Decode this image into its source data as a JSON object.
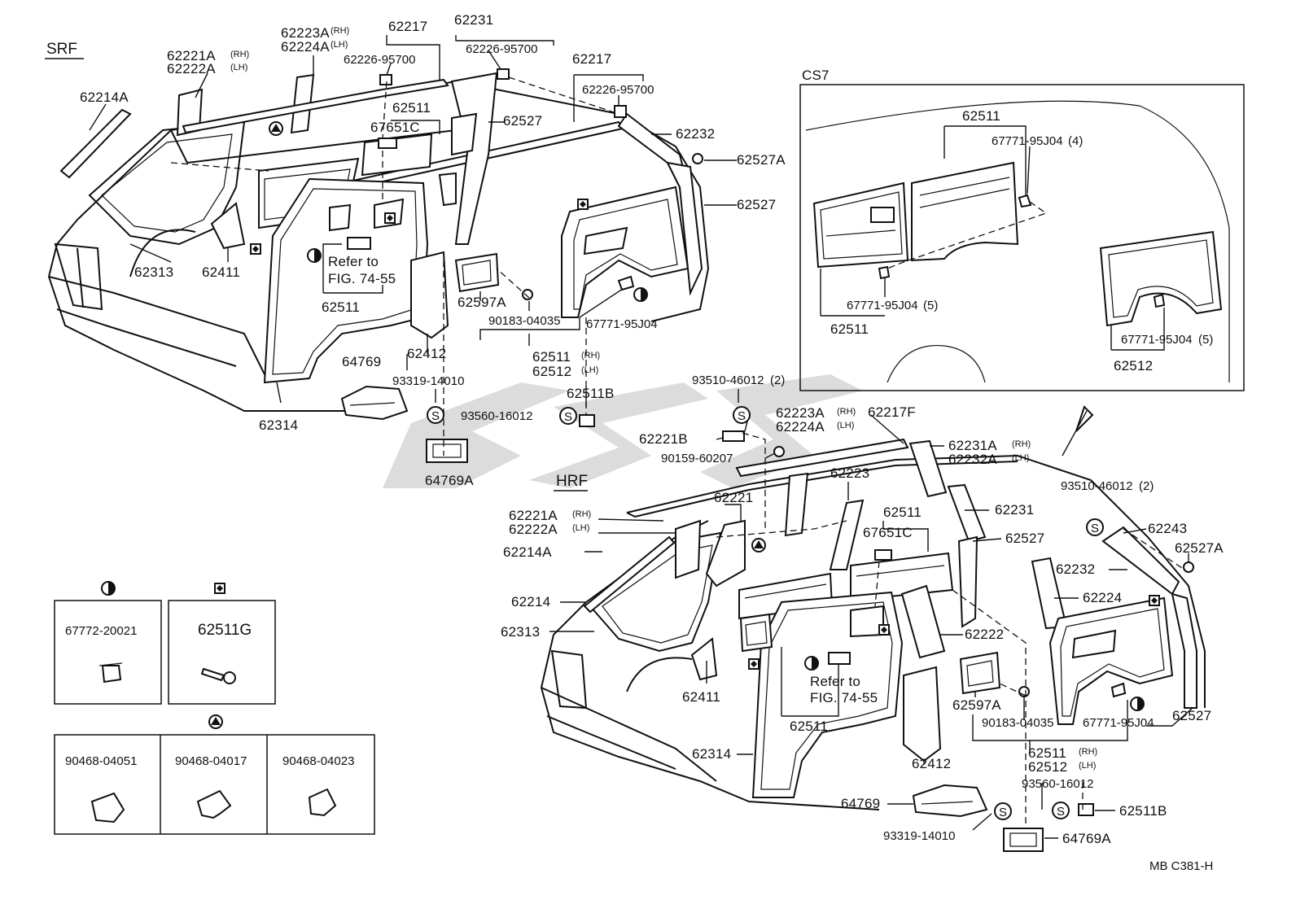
{
  "sections": {
    "srf": "SRF",
    "hrf": "HRF",
    "cs7": "CS7"
  },
  "refer": {
    "line1": "Refer to",
    "line2": "FIG. 74-55"
  },
  "figure_code": "MB  C381-H",
  "srf_labels": [
    {
      "id": "62223A",
      "side": "(RH)"
    },
    {
      "id": "62224A",
      "side": "(LH)"
    },
    {
      "id": "62217",
      "side": ""
    },
    {
      "id": "62231",
      "side": ""
    },
    {
      "id": "62226-95700",
      "side": ""
    },
    {
      "id": "62226-95700",
      "side": ""
    },
    {
      "id": "62221A",
      "side": "(RH)"
    },
    {
      "id": "62222A",
      "side": "(LH)"
    },
    {
      "id": "62217",
      "side": ""
    },
    {
      "id": "62226-95700",
      "side": ""
    },
    {
      "id": "62214A",
      "side": ""
    },
    {
      "id": "62511",
      "side": ""
    },
    {
      "id": "62527",
      "side": ""
    },
    {
      "id": "67651C",
      "side": ""
    },
    {
      "id": "62232",
      "side": ""
    },
    {
      "id": "62527A",
      "side": ""
    },
    {
      "id": "62527",
      "side": ""
    },
    {
      "id": "62313",
      "side": ""
    },
    {
      "id": "62411",
      "side": ""
    },
    {
      "id": "62511",
      "side": ""
    },
    {
      "id": "62597A",
      "side": ""
    },
    {
      "id": "90183-04035",
      "side": ""
    },
    {
      "id": "67771-95J04",
      "side": ""
    },
    {
      "id": "62412",
      "side": ""
    },
    {
      "id": "62511",
      "side": "(RH)"
    },
    {
      "id": "62512",
      "side": "(LH)"
    },
    {
      "id": "64769",
      "side": ""
    },
    {
      "id": "93319-14010",
      "side": ""
    },
    {
      "id": "62511B",
      "side": ""
    },
    {
      "id": "93560-16012",
      "side": ""
    },
    {
      "id": "62314",
      "side": ""
    },
    {
      "id": "64769A",
      "side": ""
    }
  ],
  "cs7_labels": [
    {
      "id": "62511",
      "side": ""
    },
    {
      "id": "67771-95J04",
      "side": "(4)"
    },
    {
      "id": "67771-95J04",
      "side": "(5)"
    },
    {
      "id": "62511",
      "side": ""
    },
    {
      "id": "67771-95J04",
      "side": "(5)"
    },
    {
      "id": "62512",
      "side": ""
    }
  ],
  "hrf_labels": [
    {
      "id": "93510-46012",
      "side": "(2)"
    },
    {
      "id": "62223A",
      "side": "(RH)"
    },
    {
      "id": "62224A",
      "side": "(LH)"
    },
    {
      "id": "62217F",
      "side": ""
    },
    {
      "id": "62221B",
      "side": ""
    },
    {
      "id": "62231A",
      "side": "(RH)"
    },
    {
      "id": "62232A",
      "side": "(LH)"
    },
    {
      "id": "90159-60207",
      "side": ""
    },
    {
      "id": "62223",
      "side": ""
    },
    {
      "id": "93510-46012",
      "side": "(2)"
    },
    {
      "id": "62221",
      "side": ""
    },
    {
      "id": "62511",
      "side": ""
    },
    {
      "id": "62231",
      "side": ""
    },
    {
      "id": "62221A",
      "side": "(RH)"
    },
    {
      "id": "62222A",
      "side": "(LH)"
    },
    {
      "id": "67651C",
      "side": ""
    },
    {
      "id": "62527",
      "side": ""
    },
    {
      "id": "62243",
      "side": ""
    },
    {
      "id": "62214A",
      "side": ""
    },
    {
      "id": "62527A",
      "side": ""
    },
    {
      "id": "62232",
      "side": ""
    },
    {
      "id": "62214",
      "side": ""
    },
    {
      "id": "62224",
      "side": ""
    },
    {
      "id": "62313",
      "side": ""
    },
    {
      "id": "62222",
      "side": ""
    },
    {
      "id": "62411",
      "side": ""
    },
    {
      "id": "62597A",
      "side": ""
    },
    {
      "id": "90183-04035",
      "side": ""
    },
    {
      "id": "67771-95J04",
      "side": ""
    },
    {
      "id": "62527",
      "side": ""
    },
    {
      "id": "62511",
      "side": ""
    },
    {
      "id": "62314",
      "side": ""
    },
    {
      "id": "62412",
      "side": ""
    },
    {
      "id": "62511",
      "side": "(RH)"
    },
    {
      "id": "62512",
      "side": "(LH)"
    },
    {
      "id": "93560-16012",
      "side": ""
    },
    {
      "id": "64769",
      "side": ""
    },
    {
      "id": "62511B",
      "side": ""
    },
    {
      "id": "93319-14010",
      "side": ""
    },
    {
      "id": "64769A",
      "side": ""
    }
  ],
  "legend": {
    "half_circle_part": "67772-20021",
    "diamond_part": "62511G",
    "triangle_parts": [
      "90468-04051",
      "90468-04017",
      "90468-04023"
    ]
  },
  "symbols": {
    "s_mark": "S"
  }
}
